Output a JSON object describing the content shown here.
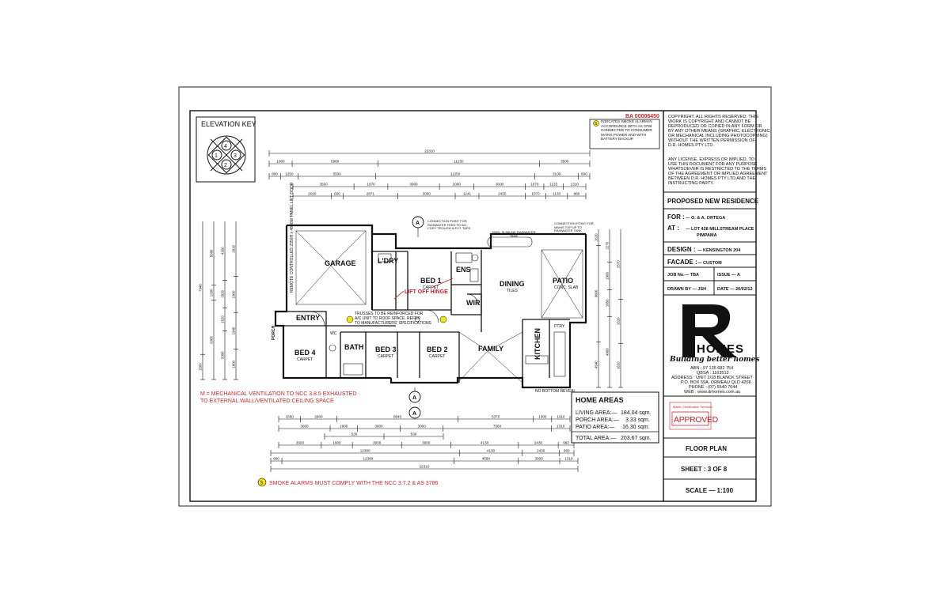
{
  "ba_number": "BA 00006450",
  "smoke_key": {
    "symbol": "S",
    "text": "INDICATES SMOKE ALARM IN ACCORDANCE WITH AS 3786 CONNECTED TO CONSUMER MAINS POWER AND WITH BATTERY BACKUP."
  },
  "elevation_key": {
    "title": "ELEVATION KEY",
    "numbers": [
      "1",
      "2",
      "3",
      "4"
    ]
  },
  "copyright": {
    "para1": [
      "COPYRIGHT. ALL RIGHTS RESERVED. THIS",
      "WORK IS COPYRIGHT AND CANNOT BE",
      "REPRODUCED OR COPIED IN ANY FORM OR",
      "BY ANY OTHER MEANS (GRAPHIC, ELECTRONIC",
      "OR MECHANICAL INCLUDING PHOTOCOPYING)",
      "WITHOUT THE WRITTEN PERMISSION OF",
      "D.R. HOMES PTY LTD."
    ],
    "para2": [
      "ANY LICENSE, EXPRESS OR IMPLIED, TO",
      "USE THIS DOCUMENT FOR ANY PURPOSE",
      "WHATSOEVER IS RESTRICTED TO THE TERMS",
      "OF THE AGREEMENT OR IMPLIED AGREEMENT",
      "BETWEEN D.R. HOMES PTY LTD AND THE",
      "INSTRUCTING PARTY."
    ]
  },
  "title_block": {
    "project": "PROPOSED NEW RESIDENCE",
    "for_label": "FOR :",
    "for_value": "— O. & A. ORTEGA",
    "at_label": "AT :",
    "at_value": "— LOT 428 MILLSTREAM PLACE",
    "at_value2": "PIMPAMA",
    "design_label": "DESIGN :",
    "design_value": "— KENSINGTON 204",
    "facade_label": "FACADE :",
    "facade_value": "— CUSTOM",
    "job": "JOB No.— TBA",
    "issue": "ISSUE — A",
    "drawn": "DRAWN BY — JSH",
    "date": "DATE — 20/02/12",
    "drawing": "FLOOR PLAN",
    "sheet": "SHEET : 3 OF 8",
    "scale": "SCALE — 1:100"
  },
  "company": {
    "logo_letter": "R",
    "name": "HOMES",
    "tagline": "Building better homes",
    "abn": "ABN : 97 135 682 754",
    "qbsa": "QBSA : 1163513",
    "address1": "ADDRESS : UNIT 2/18 BLANCK STREET",
    "address2": "P.O. BOX 59A, ORMEAU QLD 4208",
    "phone": "PHONE : (07) 5540 7044",
    "web": "WEB : www.drhomes.com.au"
  },
  "stamp": {
    "header": "Matrix Certification Services",
    "text": "APPROVED"
  },
  "home_areas": {
    "title": "HOME AREAS",
    "rows": [
      {
        "label": "LIVING AREA:—",
        "value": "184.04 sqm."
      },
      {
        "label": "PORCH AREA:—",
        "value": "3.33 sqm."
      },
      {
        "label": "PATIO AREA:—",
        "value": "16.30 sqm."
      }
    ],
    "total_label": "TOTAL AREA:—",
    "total_value": "203.67 sqm."
  },
  "notes": {
    "mech_vent_1": "M = MECHANICAL VENTILATION TO NCC 3.8.5 EXHAUSTED",
    "mech_vent_2": "TO EXTERNAL WALL/VENTILATED CEILING SPACE",
    "smoke_compliance": "SMOKE ALARMS MUST COMPLY WITH THE NCC 3.7.2 & AS 3786",
    "lift_off_hinge": "LIFT OFF HINGE",
    "ac_note_1": "TRUSSES TO BE REINFORCED FOR",
    "ac_note_2": "A/C UNIT TO ROOF SPACE. REFER",
    "ac_note_3": "TO MANUFACTURERS' SPECIFICATIONS",
    "rainwater_1": "CONNECTION POINT FOR RAINWATER FEED TO WC, L'DRY TROUGH & EXT. TAPS",
    "rainwater_2": "CONNECTION POINT FOR MAINS TOP UP TO RAINWATER TANK",
    "tank": "5000L SLIMLINE RAINWATER TANK",
    "no_bottom_reveal": "NO BOTTOM REVEAL",
    "garage_door": "REMOTE CONTROLLED 2350H x 4800W PANEL LIFT DOOR"
  },
  "rooms": {
    "garage": "GARAGE",
    "ldry": "L'DRY",
    "bed1": "BED 1",
    "bed1_sub": "CARPET",
    "ens": "ENS",
    "wir": "WIR",
    "dining": "DINING",
    "dining_sub": "TILES",
    "patio": "PATIO",
    "patio_sub": "CONC. SLAB",
    "entry": "ENTRY",
    "porch": "PORCH",
    "bath": "BATH",
    "bed4": "BED 4",
    "bed3": "BED 3",
    "bed2": "BED 2",
    "family": "FAMILY",
    "kitchen": "KITCHEN",
    "carpet": "CARPET",
    "wc": "WC",
    "ptry": "PTRY"
  },
  "section_marker": "A",
  "dimensions": {
    "top_overall": "22310",
    "top_row1": [
      "1600",
      "5960",
      "11250",
      "3500"
    ],
    "top_row2": [
      "800",
      "1250",
      "5500",
      "11250",
      "3100",
      "800"
    ],
    "top_row3": [
      "3550",
      "1970",
      "3000",
      "2000",
      "3000",
      "1070",
      "1133",
      "1310"
    ],
    "top_row4": [
      "2020",
      "600",
      "2871",
      "3000",
      "1241",
      "2430",
      "1070",
      "1133",
      "960"
    ],
    "bottom_row1": [
      "1550",
      "2600",
      "8640",
      "5370",
      "1300",
      "1310"
    ],
    "bottom_row2": [
      "3600",
      "1900",
      "3000",
      "3000",
      "7560",
      "1310"
    ],
    "bottom_row3": [
      "530",
      "530"
    ],
    "bottom_row4": [
      "2600",
      "1900",
      "3000",
      "3000",
      "4130",
      "2430",
      "960"
    ],
    "bottom_row5": [
      "12380",
      "4130",
      "2430",
      "960"
    ],
    "bottom_row6": [
      "800",
      "12380",
      "4590",
      "3000",
      "1310"
    ],
    "bottom_overall": "22310",
    "left": [
      "7940",
      "1500",
      "5080",
      "1200",
      "6300",
      "4100",
      "1920",
      "1620",
      "3380",
      "2910",
      "1900",
      "1940",
      "1600"
    ],
    "right": [
      "1620",
      "9600",
      "4540",
      "2270",
      "1900",
      "1850",
      "4900",
      "2570",
      "1620",
      "1620"
    ]
  }
}
